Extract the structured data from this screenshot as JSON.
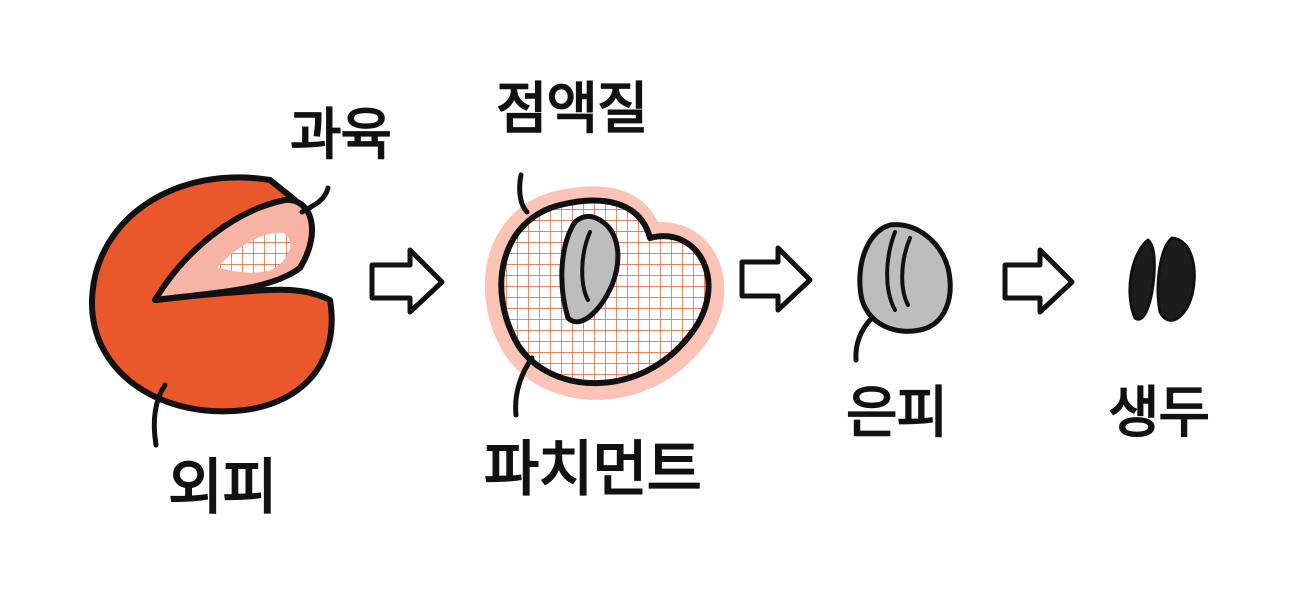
{
  "labels": {
    "pulp": "과육",
    "outer_skin": "외피",
    "mucilage": "점액질",
    "parchment": "파치먼트",
    "silver_skin": "은피",
    "green_bean": "생두"
  },
  "colors": {
    "skin_red": "#e9572b",
    "pulp_pink": "#f7b3a3",
    "parchment_grid": "#e9572b",
    "mucilage_glow": "#fbc4b6",
    "silver_gray": "#bdbdbd",
    "bean_dark": "#1c1c1c",
    "outline": "#111111"
  },
  "stage_sequence": [
    "coffee-cherry",
    "parchment-bean",
    "silver-skin-bean",
    "green-bean"
  ],
  "arrow_icon": "right-outline-arrow-icon"
}
